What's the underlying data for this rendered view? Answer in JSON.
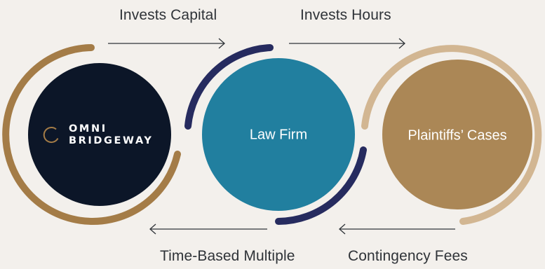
{
  "diagram": {
    "flows": {
      "invests_capital": "Invests Capital",
      "invests_hours": "Invests Hours",
      "time_based_multiple": "Time-Based Multiple",
      "contingency_fees": "Contingency Fees"
    },
    "nodes": {
      "omni_bridgeway": {
        "logo_line1": "OMNI",
        "logo_line2": "BRIDGEWAY"
      },
      "law_firm": {
        "label": "Law Firm"
      },
      "plaintiffs_cases": {
        "label": "Plaintiffs’ Cases"
      }
    },
    "colors": {
      "background": "#f3f0ec",
      "navy": "#0c1628",
      "bronze": "#a47c47",
      "teal": "#217f9f",
      "indigo": "#262b5f",
      "tan": "#ab8756",
      "sand": "#d2b692",
      "text": "#2f3338"
    }
  }
}
